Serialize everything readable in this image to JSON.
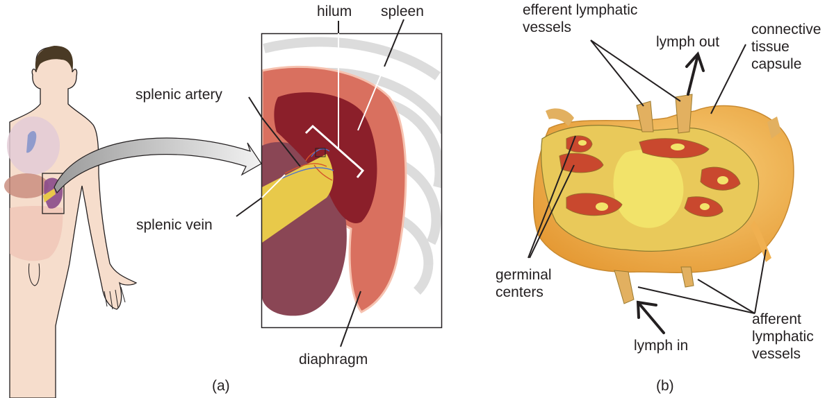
{
  "figure": {
    "panels": [
      {
        "id": "a",
        "caption": "(a)",
        "subject": "Location of the spleen in the human body",
        "labels": {
          "hilum": "hilum",
          "spleen": "spleen",
          "splenic_artery": "splenic artery",
          "splenic_vein": "splenic vein",
          "diaphragm": "diaphragm"
        }
      },
      {
        "id": "b",
        "caption": "(b)",
        "subject": "Cross-section of a lymph node",
        "labels": {
          "efferent_lymphatic_vessels": "efferent lymphatic\nvessels",
          "lymph_out": "lymph out",
          "connective_tissue_capsule": "connective\ntissue\ncapsule",
          "germinal_centers": "germinal\ncenters",
          "lymph_in": "lymph in",
          "afferent_lymphatic_vessels": "afferent\nlymphatic\nvessels"
        }
      }
    ],
    "colors": {
      "skin": "#f6ddcc",
      "hair": "#4a3a25",
      "spleen": "#8b1f2a",
      "spleen_light": "#a8333a",
      "diaphragm": "#d9705f",
      "stomach": "#8a4655",
      "pancreas": "#e8c94a",
      "rib": "#e6e6e6",
      "node_outer": "#f0a640",
      "node_cortex": "#e9c95a",
      "node_medulla": "#f2e36a",
      "germinal": "#c9482e",
      "line": "#231f20"
    }
  }
}
